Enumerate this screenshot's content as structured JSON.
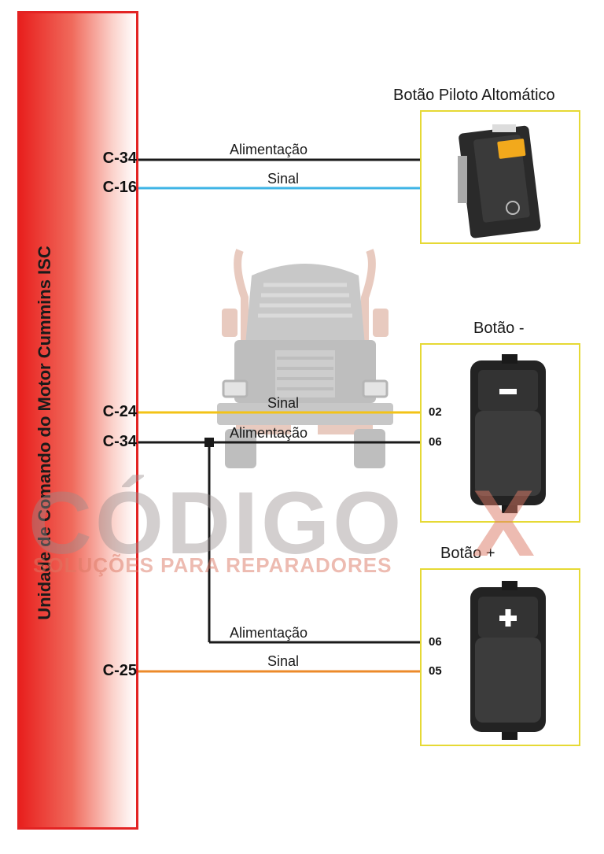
{
  "ecu": {
    "label": "Unidade de Comando do Motor Cummins ISC"
  },
  "pins": [
    "C-34",
    "C-16",
    "C-24",
    "C-34",
    "C-25"
  ],
  "wires": {
    "feed": "Alimentação",
    "signal": "Sinal"
  },
  "boxes": {
    "pilot": {
      "title": "Botão Piloto Altomático"
    },
    "minus": {
      "title": "Botão -",
      "terminals": [
        "02",
        "06"
      ]
    },
    "plus": {
      "title": "Botão +",
      "terminals": [
        "06",
        "05"
      ]
    }
  },
  "watermark": {
    "brand": "CÓDIGO",
    "brand_x": "X",
    "tagline": "SOLUÇÕES PARA REPARADORES"
  },
  "colors": {
    "feed_wire": "#1a1a1a",
    "signal_c16": "#3fb4e6",
    "signal_c24": "#f3c316",
    "signal_c25": "#ec8a2a",
    "box_border": "#e6d935",
    "ecu_border": "#e32323"
  },
  "icons": [
    "truck-icon",
    "rocker-switch-icon",
    "minus-switch-icon",
    "plus-switch-icon"
  ]
}
